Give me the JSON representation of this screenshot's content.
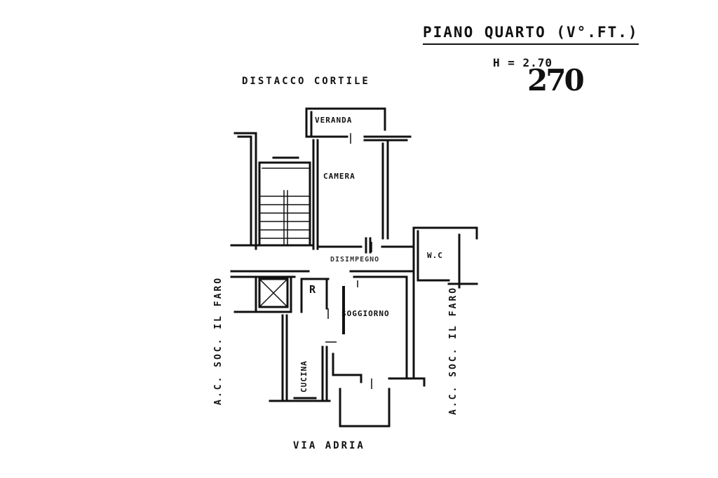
{
  "sheet": {
    "title": "PIANO QUARTO (V°.FT.)",
    "height_label": "H = 2.70",
    "height_handwritten": "270"
  },
  "orientation": {
    "north": "DISTACCO CORTILE",
    "south": "VIA ADRIA",
    "west": "A.C. SOC. IL FARO",
    "east": "A.C. SOC. IL FARO"
  },
  "rooms": {
    "veranda": "VERANDA",
    "camera": "CAMERA",
    "wc": "W.C",
    "corridor": "DISIMPEGNO",
    "r": "R",
    "soggiorno": "SOGGIORNO",
    "cucina": "CUCINA"
  }
}
